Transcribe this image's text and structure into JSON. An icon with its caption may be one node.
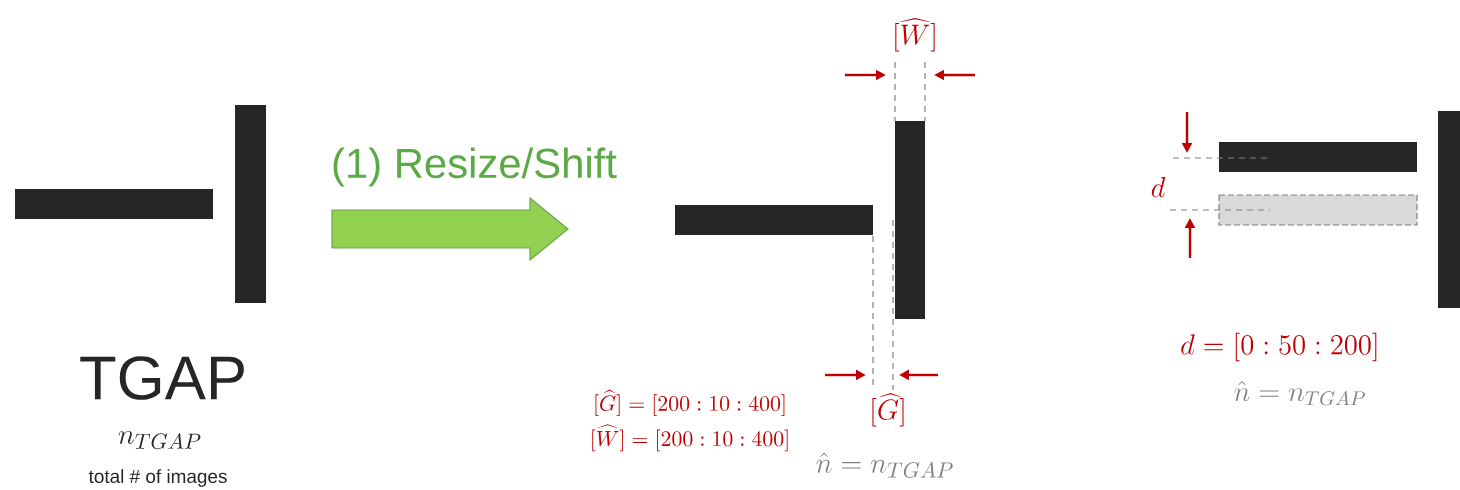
{
  "diagram": {
    "labels": [
      "[\\widehat{W}]",
      "(1) Resize/Shift",
      "d",
      "TGAP",
      "n_{TGAP}",
      "d = [0:50:200]",
      "\\hat{n} = n_{TGAP}",
      "[\\widehat{G}]= [200:10:400]",
      "[\\widehat{G}]",
      "[\\widehat{W}]= [200:10:400]",
      "total # of images",
      "\\hat{n} = n_{TGAP}"
    ]
  }
}
